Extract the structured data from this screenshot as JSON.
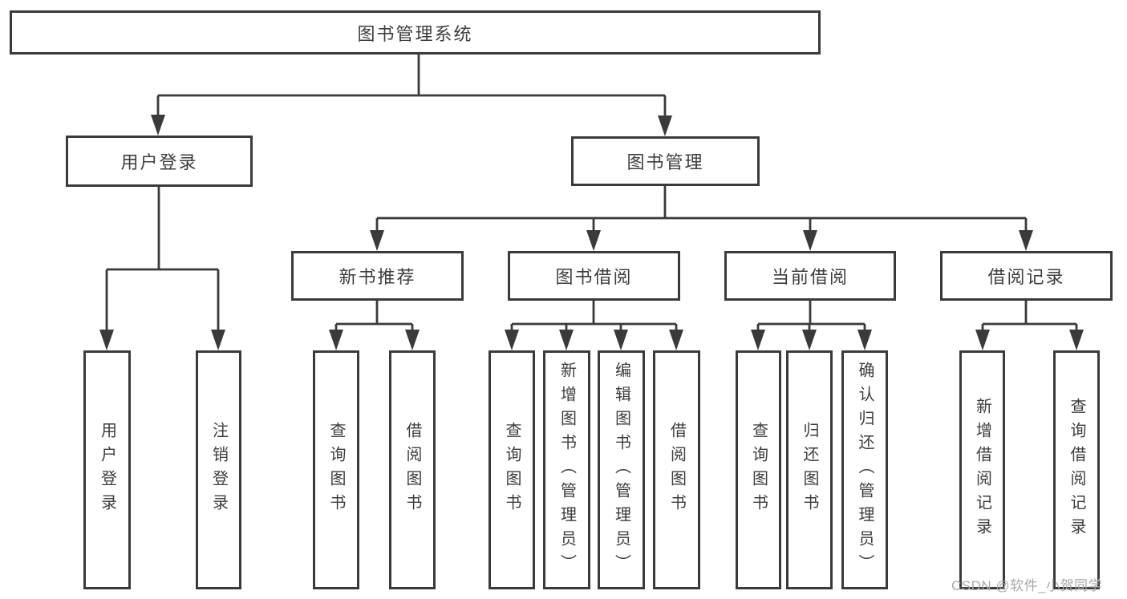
{
  "watermark": "CSDN @软件_小贺同学",
  "colors": {
    "line": "#3a3a3a",
    "box_border": "#3a3a3a",
    "text": "#3d3d3d",
    "watermark": "#a9a9a9",
    "background": "#ffffff"
  },
  "tree": {
    "label": "图书管理系统",
    "children": [
      {
        "label": "用户登录",
        "children": [
          {
            "label": "用户登录"
          },
          {
            "label": "注销登录"
          }
        ]
      },
      {
        "label": "图书管理",
        "children": [
          {
            "label": "新书推荐",
            "children": [
              {
                "label": "查询图书"
              },
              {
                "label": "借阅图书"
              }
            ]
          },
          {
            "label": "图书借阅",
            "children": [
              {
                "label": "查询图书"
              },
              {
                "label": "新增图书（管理员）"
              },
              {
                "label": "编辑图书（管理员）"
              },
              {
                "label": "借阅图书"
              }
            ]
          },
          {
            "label": "当前借阅",
            "children": [
              {
                "label": "查询图书"
              },
              {
                "label": "归还图书"
              },
              {
                "label": "确认归还（管理员）"
              }
            ]
          },
          {
            "label": "借阅记录",
            "children": [
              {
                "label": "新增借阅记录"
              },
              {
                "label": "查询借阅记录"
              }
            ]
          }
        ]
      }
    ]
  }
}
